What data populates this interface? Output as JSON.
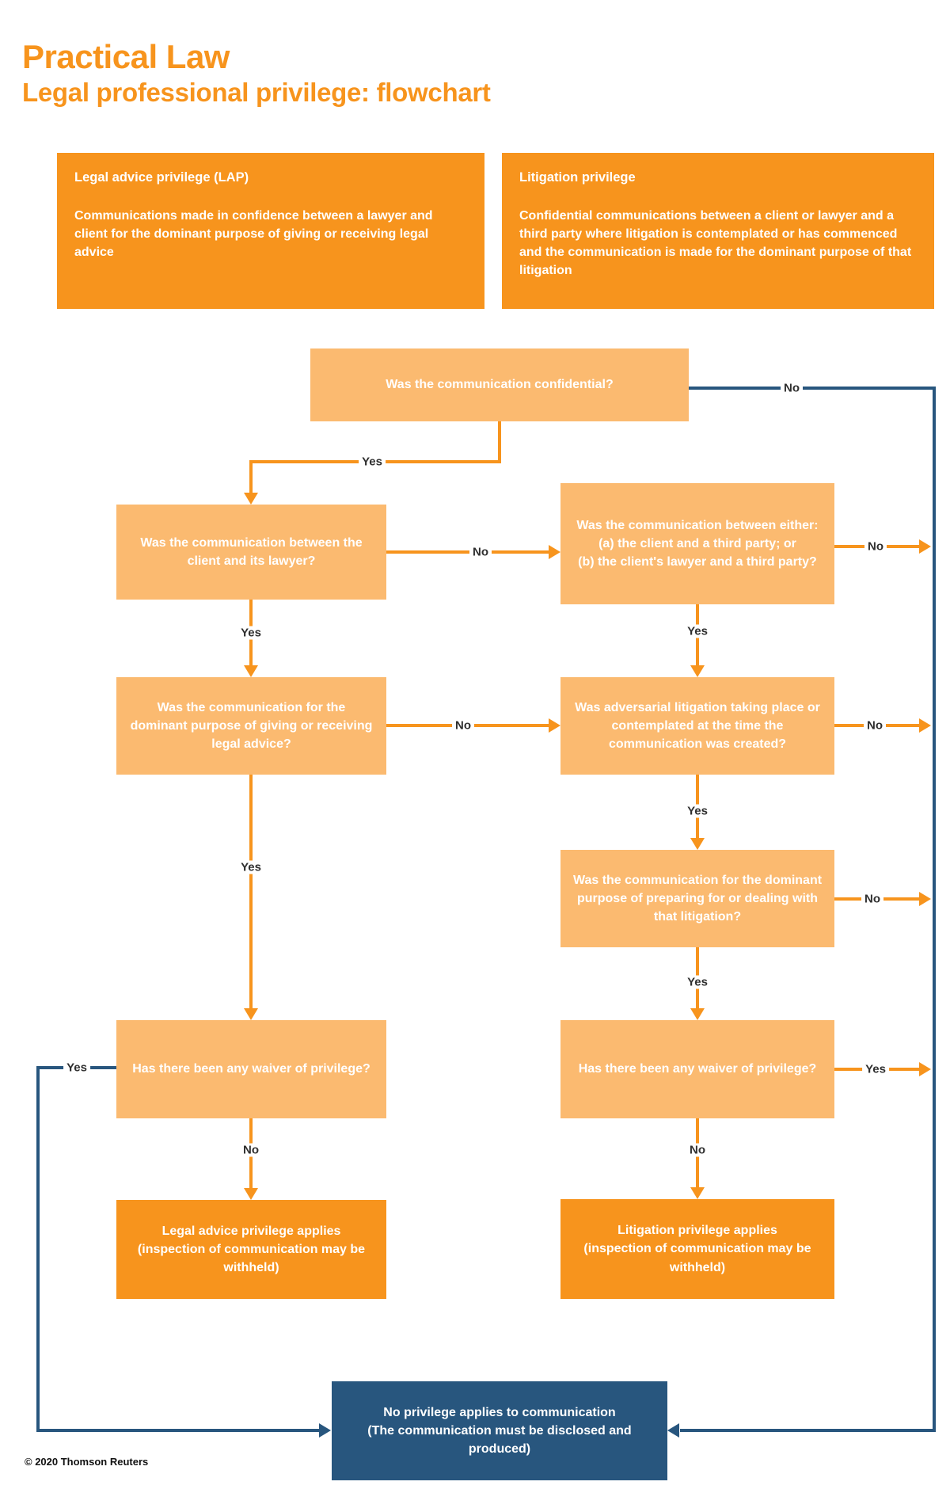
{
  "header": {
    "brand": "Practical Law",
    "subtitle": "Legal professional privilege: flowchart"
  },
  "definitions": {
    "lap": {
      "title": "Legal advice privilege (LAP)",
      "body": "Communications made in confidence between a lawyer and client for the dominant purpose of giving or receiving legal advice"
    },
    "litigation": {
      "title": "Litigation privilege",
      "body": "Confidential communications between a client or lawyer and a third party where litigation is contemplated or has commenced and the communication is made for the dominant purpose of that litigation"
    }
  },
  "nodes": {
    "confidential": {
      "parts": [
        {
          "t": "Was the communication confidential?"
        }
      ]
    },
    "client_lawyer": {
      "parts": [
        {
          "t": "Was the communication between the "
        },
        {
          "t": "client",
          "b": true
        },
        {
          "t": " and its "
        },
        {
          "t": "lawyer",
          "b": true
        },
        {
          "t": "?"
        }
      ]
    },
    "third_party": {
      "parts": [
        {
          "t": "Was the communication between either:"
        },
        {
          "br": true
        },
        {
          "t": "(a) "
        },
        {
          "t": "the client",
          "b": true
        },
        {
          "t": " and a third party; or"
        },
        {
          "br": true
        },
        {
          "t": "(b) "
        },
        {
          "t": "the client's lawyer",
          "b": true
        },
        {
          "t": " and a third party?"
        }
      ]
    },
    "advice_purpose": {
      "parts": [
        {
          "t": "Was the communication for the "
        },
        {
          "t": "dominant purpose",
          "b": true
        },
        {
          "t": " of giving or receiving "
        },
        {
          "t": "legal advice",
          "b": true
        },
        {
          "t": "?"
        }
      ]
    },
    "adversarial": {
      "parts": [
        {
          "t": "Was "
        },
        {
          "t": "adversarial litigation",
          "b": true
        },
        {
          "t": " taking place or contemplated at the time the "
        },
        {
          "t": "communication",
          "b": true
        },
        {
          "t": " was created?"
        }
      ]
    },
    "litigation_purpose": {
      "parts": [
        {
          "t": "Was the "
        },
        {
          "t": "communication",
          "b": true
        },
        {
          "t": " for the "
        },
        {
          "t": "dominant purpose",
          "b": true
        },
        {
          "t": " of preparing for or dealing with that litigation?"
        }
      ]
    },
    "waiver_left": {
      "parts": [
        {
          "t": "Has there been any "
        },
        {
          "t": "waiver",
          "b": true
        },
        {
          "t": " of privilege?"
        }
      ]
    },
    "waiver_right": {
      "parts": [
        {
          "t": "Has there been any "
        },
        {
          "t": "waiver",
          "b": true
        },
        {
          "t": " of privilege?"
        }
      ]
    },
    "lap_applies": {
      "parts": [
        {
          "t": "Legal advice privilege applies",
          "b": true
        },
        {
          "br": true
        },
        {
          "t": "(inspection of communication may be withheld)"
        }
      ]
    },
    "litigation_applies": {
      "parts": [
        {
          "t": "Litigation privilege applies",
          "b": true
        },
        {
          "br": true
        },
        {
          "t": "(inspection of communication may be withheld)"
        }
      ]
    },
    "no_privilege": {
      "parts": [
        {
          "t": "No privilege applies to communication",
          "b": true
        },
        {
          "br": true
        },
        {
          "t": "(The communication must be disclosed and produced)"
        }
      ]
    }
  },
  "edges": {
    "confidential_yes": "Yes",
    "confidential_no": "No",
    "client_lawyer_yes": "Yes",
    "client_lawyer_no": "No",
    "third_party_yes": "Yes",
    "third_party_no": "No",
    "advice_purpose_yes": "Yes",
    "advice_purpose_no": "No",
    "adversarial_yes": "Yes",
    "adversarial_no": "No",
    "litigation_purpose_yes": "Yes",
    "litigation_purpose_no": "No",
    "waiver_left_yes": "Yes",
    "waiver_left_no": "No",
    "waiver_right_yes": "Yes",
    "waiver_right_no": "No"
  },
  "footer": {
    "copyright": "© 2020 Thomson Reuters"
  },
  "colors": {
    "accent_orange": "#F7941D",
    "light_orange": "#FBBA70",
    "navy": "#28567E",
    "label_text": "#2f2f2f"
  }
}
